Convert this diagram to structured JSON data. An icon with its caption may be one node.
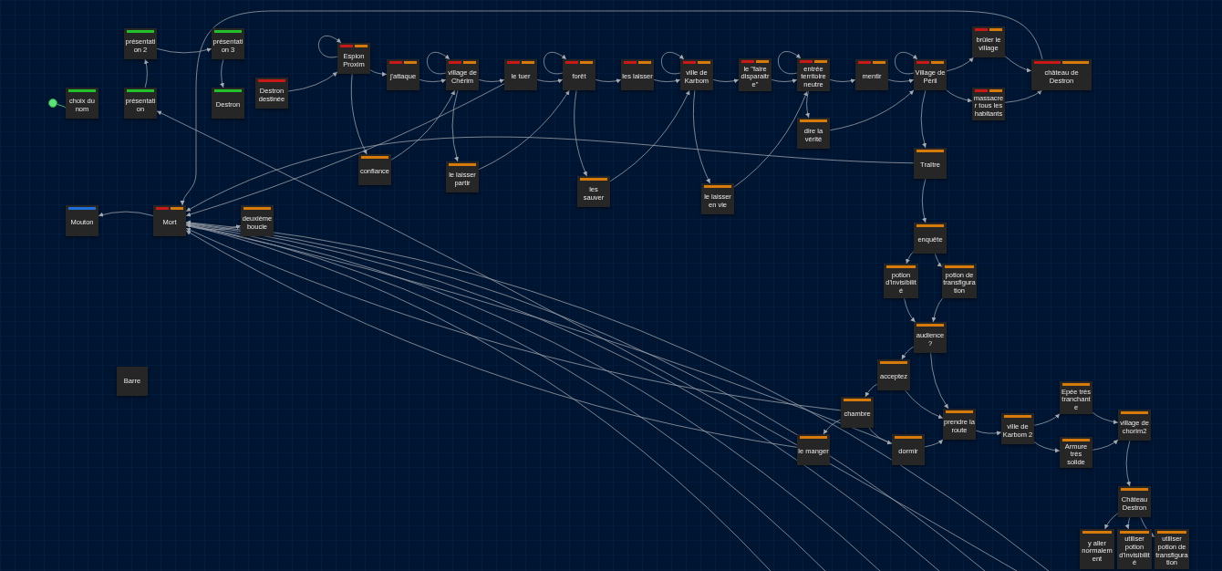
{
  "diagram": {
    "nodes": [
      {
        "text": [],
        "shape": "circle"
      },
      {
        "text": [
          "choix du nom"
        ]
      },
      {
        "text": [
          "présentation"
        ]
      },
      {
        "text": [
          "présentation 2"
        ]
      },
      {
        "text": [
          "présentation 3"
        ]
      },
      {
        "text": [
          "Destron"
        ]
      },
      {
        "text": [
          "Destron destinée"
        ]
      },
      {
        "text": [
          "Espion Proxim"
        ]
      },
      {
        "text": [
          "j'attaque"
        ]
      },
      {
        "text": [
          "village de Chérim"
        ]
      },
      {
        "text": [
          "le tuer"
        ]
      },
      {
        "text": [
          "forêt"
        ]
      },
      {
        "text": [
          "les laisser"
        ]
      },
      {
        "text": [
          "ville de Karbom"
        ]
      },
      {
        "text": [
          "le \"faire disparaitre\""
        ]
      },
      {
        "text": [
          "entrée territoire neutre"
        ]
      },
      {
        "text": [
          "mentir"
        ]
      },
      {
        "text": [
          "Village de Péril"
        ]
      },
      {
        "text": [
          "brûler le village"
        ]
      },
      {
        "text": [
          "massacrer tous les habitants"
        ]
      },
      {
        "text": [
          "château de Destron"
        ]
      },
      {
        "text": [
          "confiance"
        ]
      },
      {
        "text": [
          "le laisser partir"
        ]
      },
      {
        "text": [
          "les sauver"
        ]
      },
      {
        "text": [
          "le laisser en vie"
        ]
      },
      {
        "text": [
          "dire la vérité"
        ]
      },
      {
        "text": [
          "Traître"
        ]
      },
      {
        "text": [
          "enquête"
        ]
      },
      {
        "text": [
          "potion d'invisibilité"
        ]
      },
      {
        "text": [
          "potion de transfiguration"
        ]
      },
      {
        "text": [
          "audience ?"
        ]
      },
      {
        "text": [
          "acceptez"
        ]
      },
      {
        "text": [
          "chambre"
        ]
      },
      {
        "text": [
          "le manger"
        ]
      },
      {
        "text": [
          "dormir"
        ]
      },
      {
        "text": [
          "prendre la route"
        ]
      },
      {
        "text": [
          "ville de Karbom 2"
        ]
      },
      {
        "text": [
          "Epée très tranchante"
        ]
      },
      {
        "text": [
          "Armure très solide"
        ]
      },
      {
        "text": [
          "village de chorim2"
        ]
      },
      {
        "text": [
          "Château Destron"
        ]
      },
      {
        "text": [
          "y aller normalement"
        ]
      },
      {
        "text": [
          "utiliser potion d'invisibilité"
        ]
      },
      {
        "text": [
          "utiliser potion de transfiguration"
        ]
      },
      {
        "text": [
          "Mouton"
        ]
      },
      {
        "text": [
          "Mort"
        ]
      },
      {
        "text": [
          "deuxième boucle"
        ]
      },
      {
        "text": [
          "Barre"
        ]
      }
    ],
    "edges": [
      {
        "from": 0,
        "to": 1,
        "arrow": "none"
      },
      {
        "from": 2,
        "to": 3,
        "arrow": "to"
      },
      {
        "from": 3,
        "to": 4,
        "arrow": "to"
      },
      {
        "from": 4,
        "to": 5,
        "arrow": "to"
      },
      {
        "from": 6,
        "to": 7,
        "arrow": "to"
      },
      {
        "from": 7,
        "to": 7,
        "arrow": "to"
      },
      {
        "from": 7,
        "to": 8,
        "arrow": "to"
      },
      {
        "from": 7,
        "to": 21,
        "arrow": "to"
      },
      {
        "from": 8,
        "to": 9,
        "arrow": "to"
      },
      {
        "from": 9,
        "to": 9,
        "arrow": "to"
      },
      {
        "from": 21,
        "to": 9,
        "arrow": "to"
      },
      {
        "from": 9,
        "to": 10,
        "arrow": "to"
      },
      {
        "from": 9,
        "to": 22,
        "arrow": "to"
      },
      {
        "from": 22,
        "to": 11,
        "arrow": "to"
      },
      {
        "from": 10,
        "to": 11,
        "arrow": "to"
      },
      {
        "from": 11,
        "to": 11,
        "arrow": "to"
      },
      {
        "from": 11,
        "to": 12,
        "arrow": "to"
      },
      {
        "from": 11,
        "to": 23,
        "arrow": "to"
      },
      {
        "from": 23,
        "to": 13,
        "arrow": "to"
      },
      {
        "from": 12,
        "to": 13,
        "arrow": "to"
      },
      {
        "from": 13,
        "to": 13,
        "arrow": "to"
      },
      {
        "from": 13,
        "to": 14,
        "arrow": "to"
      },
      {
        "from": 13,
        "to": 24,
        "arrow": "to"
      },
      {
        "from": 24,
        "to": 15,
        "arrow": "to"
      },
      {
        "from": 14,
        "to": 15,
        "arrow": "to"
      },
      {
        "from": 15,
        "to": 15,
        "arrow": "to"
      },
      {
        "from": 15,
        "to": 16,
        "arrow": "to"
      },
      {
        "from": 15,
        "to": 25,
        "arrow": "to"
      },
      {
        "from": 25,
        "to": 17,
        "arrow": "to"
      },
      {
        "from": 16,
        "to": 17,
        "arrow": "to"
      },
      {
        "from": 17,
        "to": 17,
        "arrow": "to"
      },
      {
        "from": 17,
        "to": 18,
        "arrow": "to"
      },
      {
        "from": 17,
        "to": 19,
        "arrow": "to"
      },
      {
        "from": 18,
        "to": 20,
        "arrow": "to"
      },
      {
        "from": 19,
        "to": 20,
        "arrow": "to"
      },
      {
        "from": 17,
        "to": 26,
        "arrow": "to"
      },
      {
        "from": 26,
        "to": 27,
        "arrow": "to"
      },
      {
        "from": 27,
        "to": 28,
        "arrow": "to"
      },
      {
        "from": 27,
        "to": 29,
        "arrow": "to"
      },
      {
        "from": 28,
        "to": 30,
        "arrow": "to"
      },
      {
        "from": 29,
        "to": 30,
        "arrow": "to"
      },
      {
        "from": 30,
        "to": 31,
        "arrow": "to"
      },
      {
        "from": 30,
        "to": 35,
        "arrow": "to"
      },
      {
        "from": 31,
        "to": 32,
        "arrow": "to"
      },
      {
        "from": 31,
        "to": 35,
        "arrow": "to"
      },
      {
        "from": 32,
        "to": 33,
        "arrow": "to"
      },
      {
        "from": 32,
        "to": 34,
        "arrow": "to"
      },
      {
        "from": 34,
        "to": 35,
        "arrow": "to"
      },
      {
        "from": 35,
        "to": 36,
        "arrow": "to"
      },
      {
        "from": 36,
        "to": 37,
        "arrow": "to"
      },
      {
        "from": 36,
        "to": 38,
        "arrow": "to"
      },
      {
        "from": 37,
        "to": 39,
        "arrow": "to"
      },
      {
        "from": 38,
        "to": 39,
        "arrow": "to"
      },
      {
        "from": 39,
        "to": 40,
        "arrow": "to"
      },
      {
        "from": 40,
        "to": 41,
        "arrow": "to"
      },
      {
        "from": 40,
        "to": 42,
        "arrow": "to"
      },
      {
        "from": 40,
        "to": 43,
        "arrow": "to"
      },
      {
        "from": 45,
        "to": 44,
        "arrow": "to"
      },
      {
        "from": 45,
        "to": 46,
        "arrow": "to"
      },
      {
        "from": 10,
        "to": 45,
        "arrow": "to"
      },
      {
        "from": 20,
        "to": 45,
        "arrow": "to"
      },
      {
        "from": 26,
        "to": 45,
        "arrow": "to"
      },
      {
        "from": 32,
        "to": 45,
        "arrow": "to"
      },
      {
        "from": 33,
        "to": 45,
        "arrow": "to"
      },
      {
        "from": 34,
        "to": 45,
        "arrow": "to"
      },
      {
        "from": null,
        "to": 45,
        "arrow": "to"
      },
      {
        "from": null,
        "to": 45,
        "arrow": "to"
      },
      {
        "from": null,
        "to": 45,
        "arrow": "to"
      },
      {
        "from": null,
        "to": 45,
        "arrow": "to"
      },
      {
        "from": null,
        "to": 45,
        "arrow": "to"
      },
      {
        "from": null,
        "to": 45,
        "arrow": "to"
      },
      {
        "from": null,
        "to": 2,
        "arrow": "to"
      }
    ]
  }
}
